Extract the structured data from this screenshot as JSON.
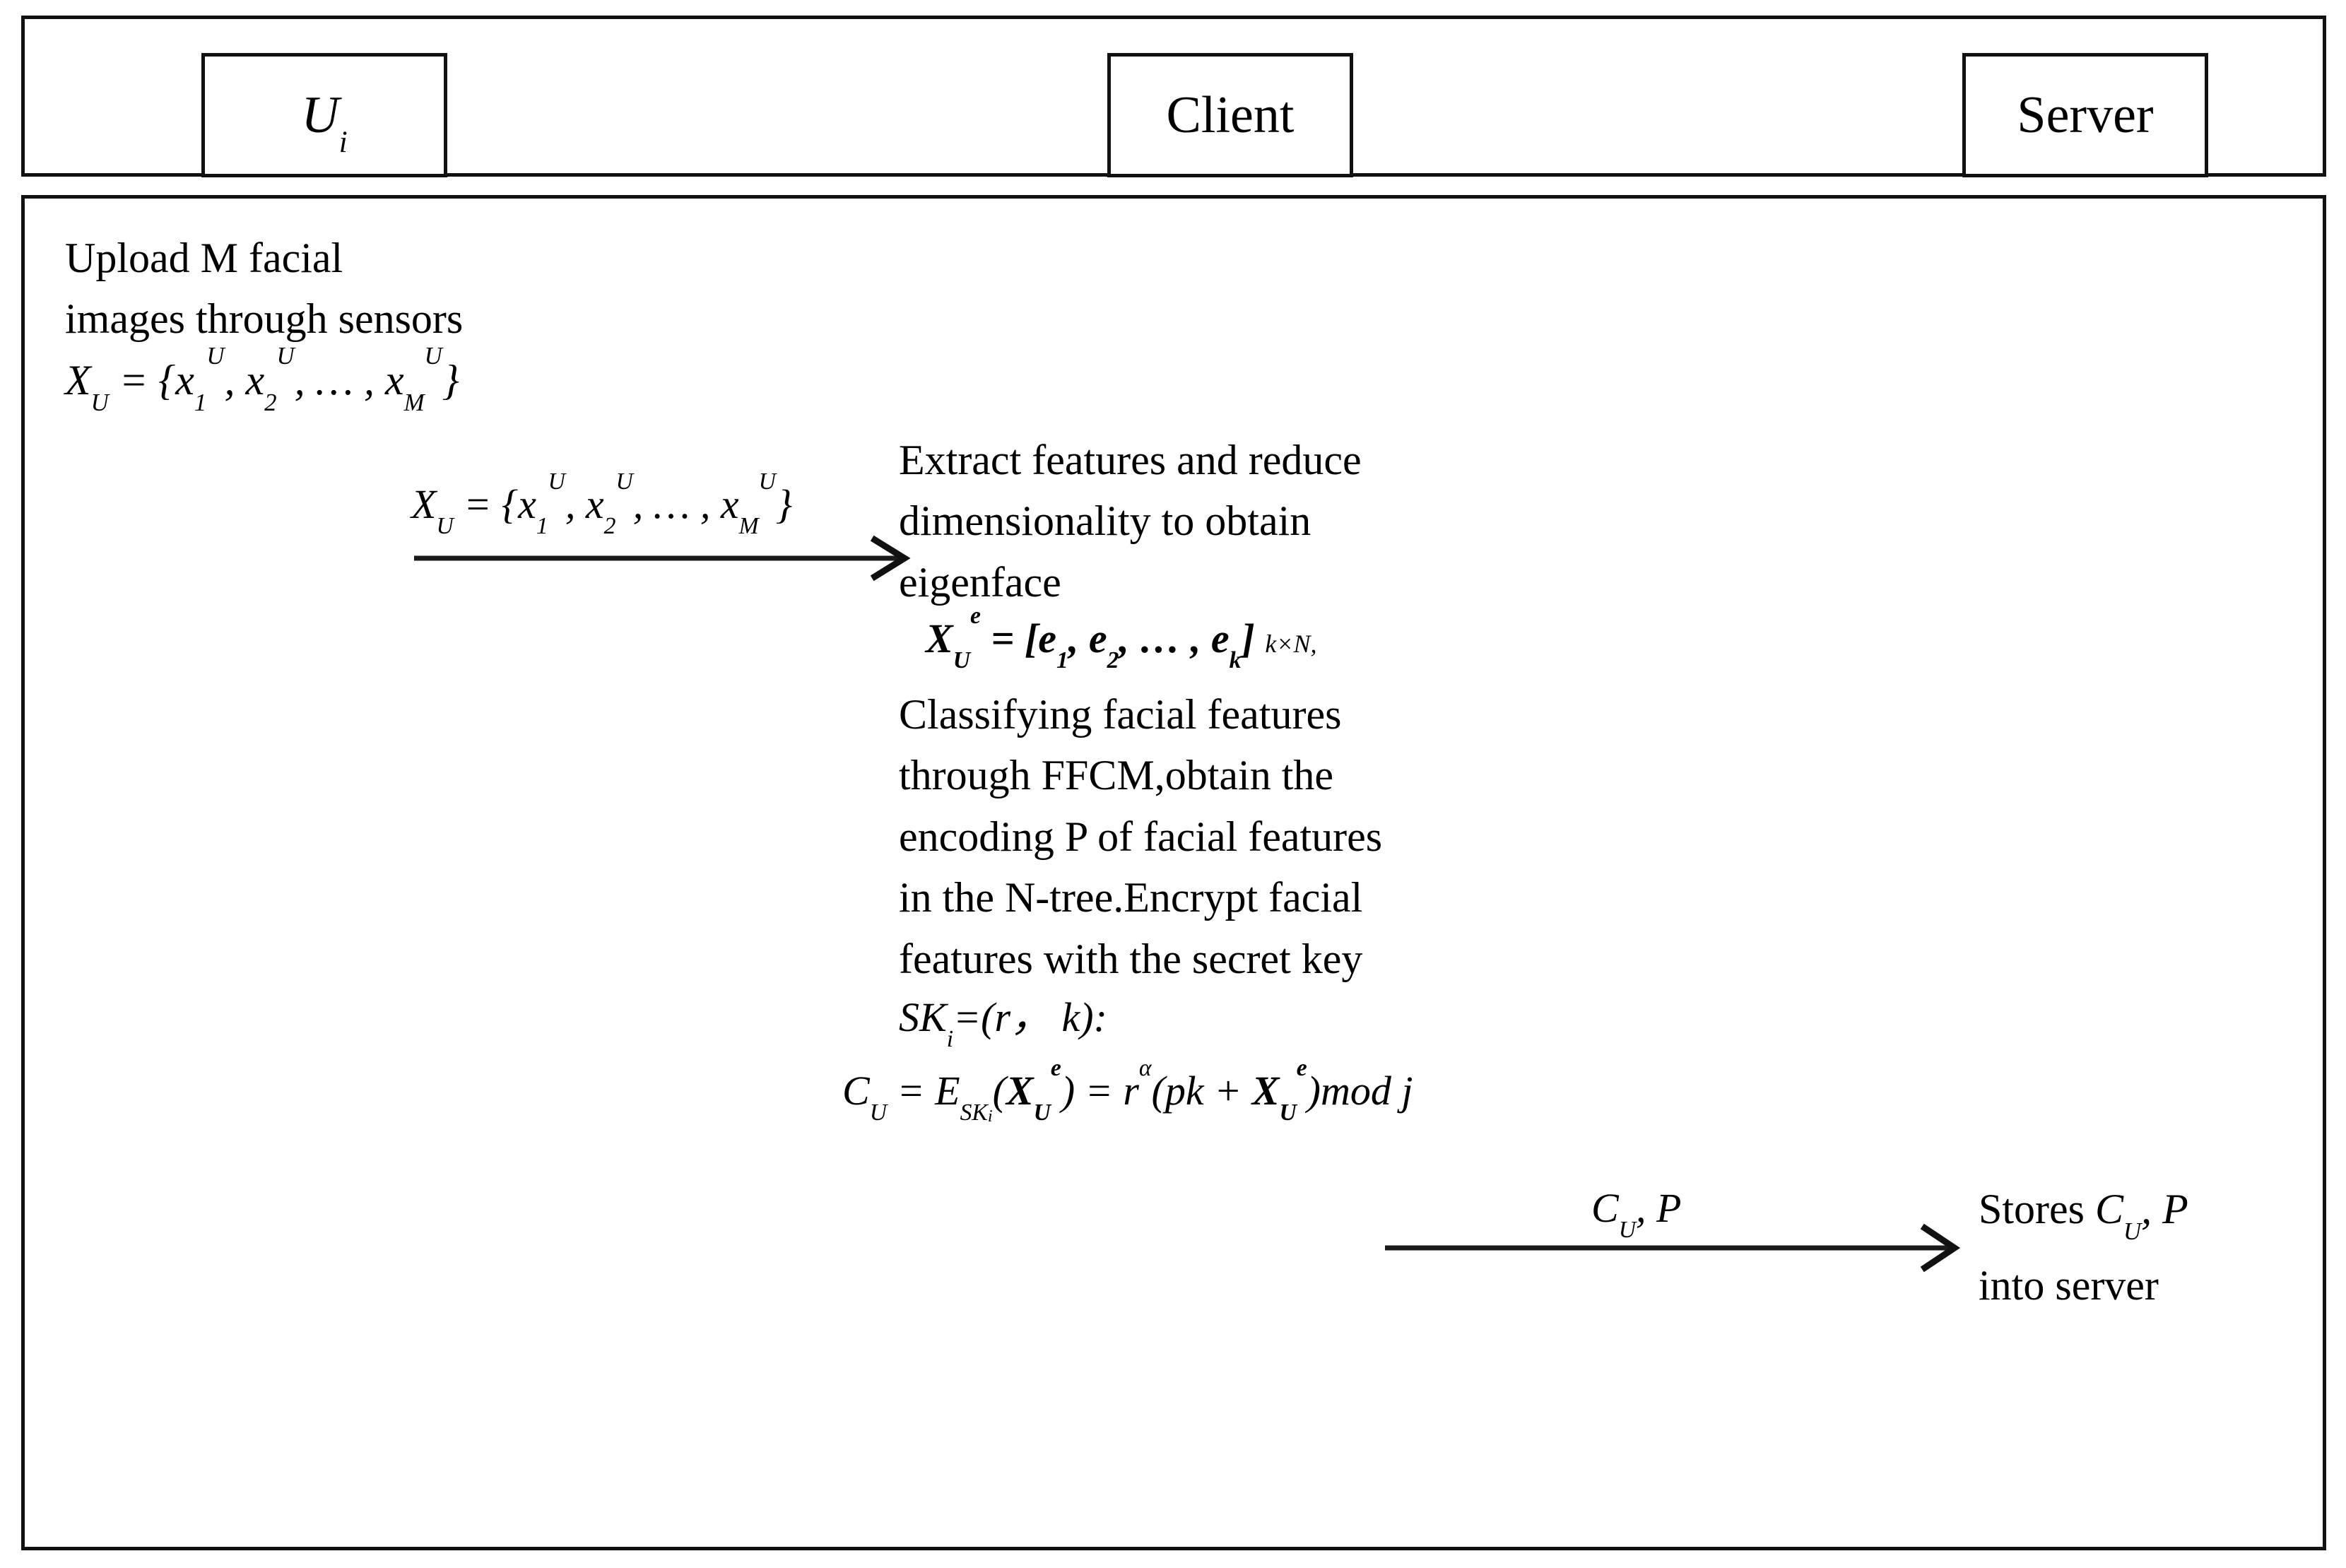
{
  "diagram": {
    "type": "sequence-diagram",
    "title": "Face registration / enrollment protocol",
    "stroke_color": "#111111",
    "background_color": "#ffffff"
  },
  "actors": [
    {
      "id": "user",
      "label": "U",
      "label_sub": "i"
    },
    {
      "id": "client",
      "label": "Client",
      "label_sub": ""
    },
    {
      "id": "server",
      "label": "Server",
      "label_sub": ""
    }
  ],
  "notes": {
    "upload": {
      "line1": "Upload M facial",
      "line2": "images through sensors",
      "formula": {
        "lhs": "X",
        "lhs_sub": "U",
        "eq": "=",
        "rhs_open": "{x",
        "rhs_sub1": "1",
        "rhs_sup1": "U",
        "rhs_mid": ", x",
        "rhs_sub2": "2",
        "rhs_sup2": "U",
        "rhs_dots": ", … , x",
        "rhs_sub3": "M",
        "rhs_sup3": "U",
        "rhs_close": "}"
      }
    },
    "extract": {
      "line1": "Extract features and reduce",
      "line2": "dimensionality to obtain",
      "line3": "eigenface"
    },
    "eigenface_formula": {
      "lhs": "X",
      "lhs_sub": "U",
      "lhs_sup": "e",
      "eq": "=",
      "rhs_open": "[e",
      "rhs_sub1": "1",
      "rhs_mid": ", e",
      "rhs_sub2": "2",
      "rhs_dots": ", … , e",
      "rhs_sub3": "k",
      "rhs_close": "]",
      "dims": "k×N,"
    },
    "classify": {
      "line1": "Classifying facial features",
      "line2": "through FFCM,obtain the",
      "line3": "encoding P of facial features",
      "line4": "in the N-tree.Encrypt facial",
      "line5": "features with the secret key"
    },
    "secret_key_formula": {
      "lhs": "SK",
      "lhs_sub": "i",
      "rhs": "=(r，  k):"
    },
    "cipher_formula": {
      "c": "C",
      "c_sub": "U",
      "eq1": "=",
      "e": "E",
      "e_sub": "SK",
      "e_sub_sub": "i",
      "arg_open": "(",
      "arg": "X",
      "arg_sub": "U",
      "arg_sup": "e",
      "arg_close": ")",
      "eq2": "=",
      "r": "r",
      "r_sup": "α",
      "paren_open": "(pk + ",
      "term": "X",
      "term_sub": "U",
      "term_sup": "e",
      "paren_close": ")",
      "mod": "mod j"
    },
    "stores": {
      "line1_prefix": "Stores ",
      "line1_c": "C",
      "line1_c_sub": "U",
      "line1_suffix": ", P",
      "line2": "into server"
    }
  },
  "messages": [
    {
      "id": "msg-upload",
      "from": "user",
      "to": "client",
      "label": {
        "lhs": "X",
        "lhs_sub": "U",
        "eq": "=",
        "rhs_open": "{x",
        "rhs_sub1": "1",
        "rhs_sup1": "U",
        "rhs_mid": ", x",
        "rhs_sub2": "2",
        "rhs_sup2": "U",
        "rhs_dots": ", … , x",
        "rhs_sub3": "M",
        "rhs_sup3": "U",
        "rhs_close": "}"
      }
    },
    {
      "id": "msg-store",
      "from": "client",
      "to": "server",
      "label": {
        "c": "C",
        "c_sub": "U",
        "suffix": ", P"
      }
    }
  ]
}
